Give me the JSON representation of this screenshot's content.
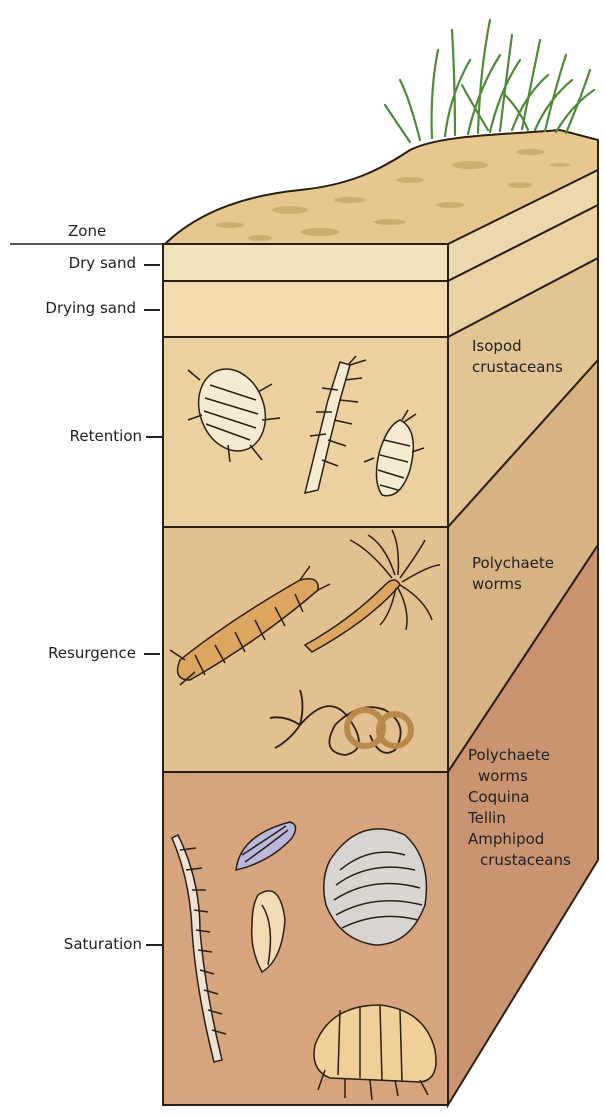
{
  "header": {
    "zone_heading": "Zone"
  },
  "zones": [
    {
      "name": "Dry sand"
    },
    {
      "name": "Drying sand"
    },
    {
      "name": "Retention"
    },
    {
      "name": "Resurgence"
    },
    {
      "name": "Saturation"
    }
  ],
  "organisms": {
    "retention": [
      "Isopod",
      "crustaceans"
    ],
    "resurgence": [
      "Polychaete",
      "worms"
    ],
    "saturation": [
      "Polychaete",
      "worms",
      "Coquina",
      "Tellin",
      "Amphipod",
      "crustaceans"
    ]
  },
  "colors": {
    "dry_sand": "#f4e3bc",
    "drying_sand": "#f2dcaf",
    "retention": "#ebd0a0",
    "resurgence": "#e2c08f",
    "saturation": "#d6a57e",
    "grass": "#4f8a3a",
    "outline": "#2a1f14"
  }
}
